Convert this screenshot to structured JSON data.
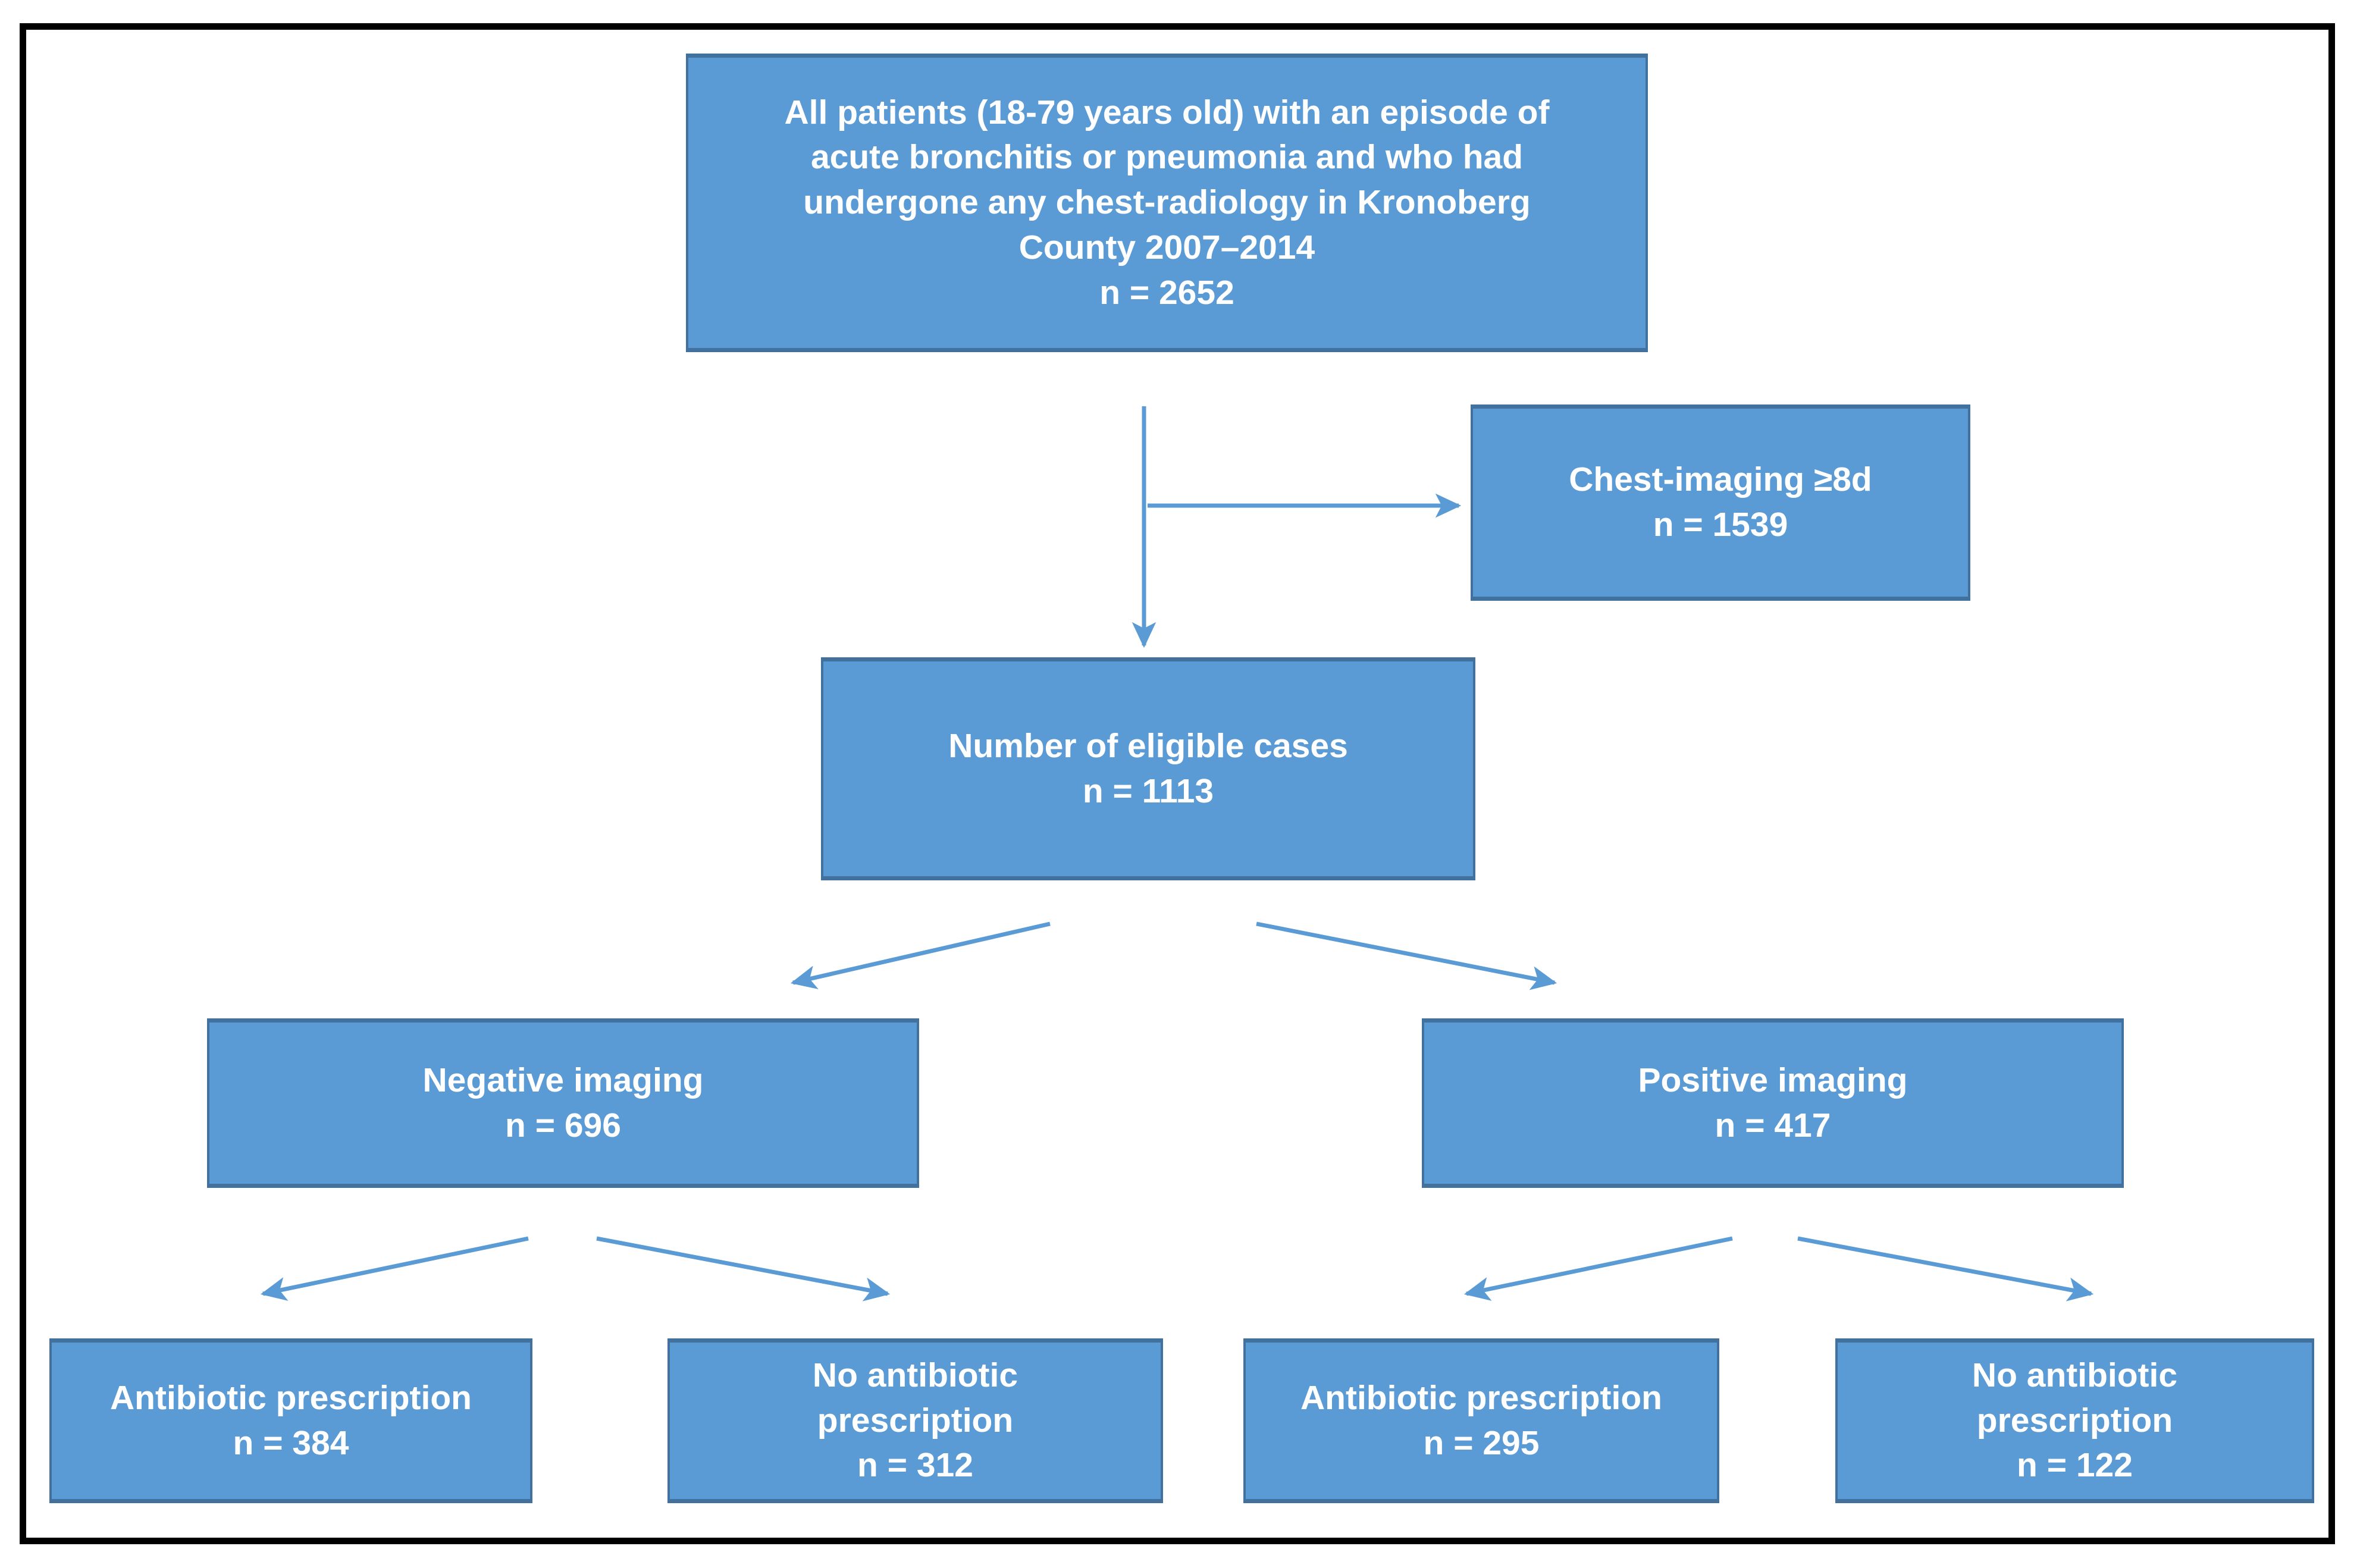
{
  "figure": {
    "type": "flowchart",
    "kind": "patient-selection-flow-diagram",
    "border_color": "#000000",
    "node_fill_color": "#5b9bd5",
    "node_border_color": "#41719c",
    "node_text_color": "#ffffff",
    "connector_color": "#5b9bd5"
  },
  "nodes": {
    "all_patients": {
      "id": "all-patients",
      "lines": [
        "All patients (18-79 years old) with an episode of",
        "acute bronchitis or pneumonia and who had",
        "undergone any chest-radiology in Kronoberg",
        "County 2007–2014"
      ],
      "count_label": "n = 2652",
      "n": 2652
    },
    "excluded": {
      "id": "chest-imaging-8d",
      "lines": [
        "Chest-imaging ≥8d"
      ],
      "count_label": "n = 1539",
      "n": 1539
    },
    "eligible": {
      "id": "eligible-cases",
      "lines": [
        "Number of eligible cases"
      ],
      "count_label": "n = 1113",
      "n": 1113
    },
    "negative_imaging": {
      "id": "negative-imaging",
      "lines": [
        "Negative imaging"
      ],
      "count_label": "n = 696",
      "n": 696
    },
    "positive_imaging": {
      "id": "positive-imaging",
      "lines": [
        "Positive imaging"
      ],
      "count_label": "n = 417",
      "n": 417
    },
    "negative_antibiotic": {
      "id": "negative-antibiotic-prescription",
      "lines": [
        "Antibiotic prescription"
      ],
      "count_label": "n = 384",
      "n": 384
    },
    "negative_no_antibiotic": {
      "id": "negative-no-antibiotic-prescription",
      "lines": [
        "No antibiotic",
        "prescription"
      ],
      "count_label": "n = 312",
      "n": 312
    },
    "positive_antibiotic": {
      "id": "positive-antibiotic-prescription",
      "lines": [
        "Antibiotic prescription"
      ],
      "count_label": "n = 295",
      "n": 295
    },
    "positive_no_antibiotic": {
      "id": "positive-no-antibiotic-prescription",
      "lines": [
        "No antibiotic",
        "prescription"
      ],
      "count_label": "n = 122",
      "n": 122
    }
  },
  "edges": [
    {
      "from": "all_patients",
      "to": "eligible",
      "style": "vertical-arrow"
    },
    {
      "from": "all_patients",
      "to": "excluded",
      "style": "horizontal-arrow"
    },
    {
      "from": "eligible",
      "to": "negative_imaging",
      "style": "diagonal-arrow"
    },
    {
      "from": "eligible",
      "to": "positive_imaging",
      "style": "diagonal-arrow"
    },
    {
      "from": "negative_imaging",
      "to": "negative_antibiotic",
      "style": "diagonal-arrow"
    },
    {
      "from": "negative_imaging",
      "to": "negative_no_antibiotic",
      "style": "diagonal-arrow"
    },
    {
      "from": "positive_imaging",
      "to": "positive_antibiotic",
      "style": "diagonal-arrow"
    },
    {
      "from": "positive_imaging",
      "to": "positive_no_antibiotic",
      "style": "diagonal-arrow"
    }
  ]
}
